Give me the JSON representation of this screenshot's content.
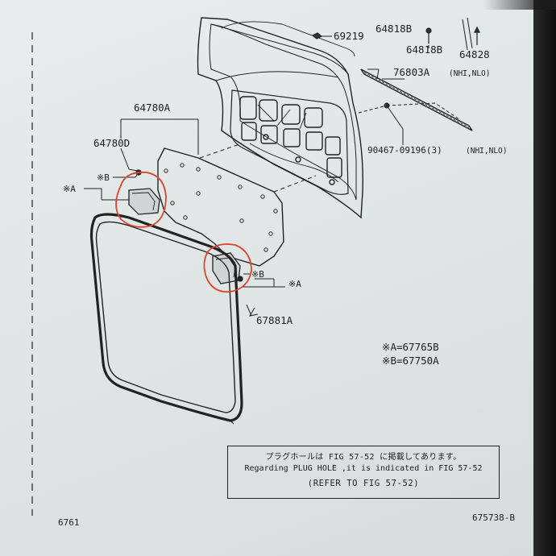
{
  "labels": {
    "part_69219": "69219",
    "part_64818B_top": "64818B",
    "part_64818B": "64818B",
    "part_64828": "64828",
    "part_76803A": "76803A",
    "part_76803A_note": "(NHI,NLO)",
    "part_64780A": "64780A",
    "part_64780D": "64780D",
    "part_90467": "90467-09196(3)",
    "part_90467_note": "(NHI,NLO)",
    "mark_A_left": "※A",
    "mark_B_left": "※B",
    "mark_A_right": "※A",
    "mark_B_right": "※B",
    "part_67881A": "67881A"
  },
  "legend": {
    "a": "※A=67765B",
    "b": "※B=67750A"
  },
  "note": {
    "jp": "プラグホールは FIG 57-52 に掲載してあります。",
    "en": "Regarding PLUG HOLE ,it is indicated in FIG 57-52",
    "ref": "(REFER TO FIG 57-52)"
  },
  "footer": {
    "left": "6761",
    "right": "675738-B"
  },
  "colors": {
    "ink": "#1d1d1d",
    "circle": "#e0442a"
  }
}
